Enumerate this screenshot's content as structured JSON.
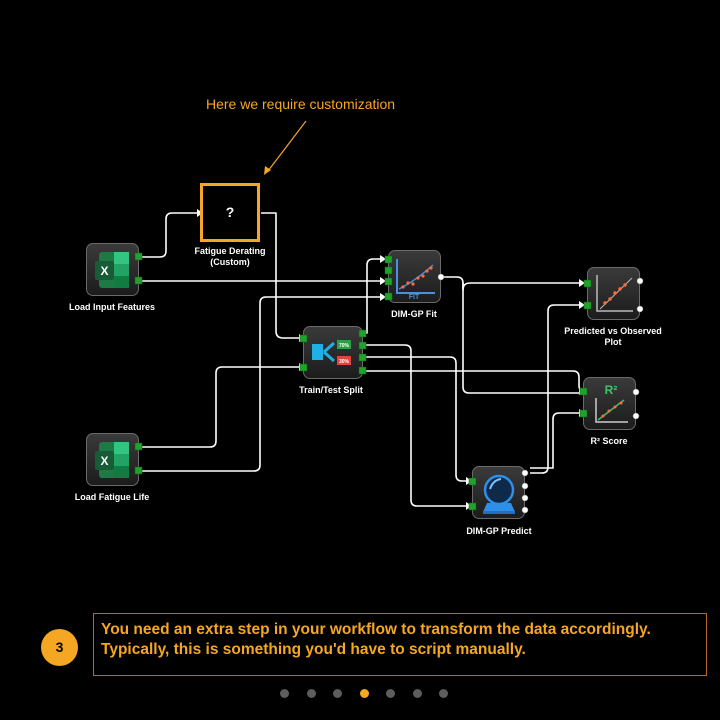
{
  "annotation": "Here we require customization",
  "custom_node": {
    "symbol": "?",
    "label_line1": "Fatigue Derating",
    "label_line2": "(Custom)"
  },
  "nodes": {
    "load_input": "Load Input Features",
    "load_fatigue": "Load Fatigue Life",
    "train_test": "Train/Test Split",
    "train_pct": "70%",
    "test_pct": "30%",
    "dimgp_fit": "DIM-GP Fit",
    "fit_tag": "FIT",
    "predicted_line1": "Predicted vs Observed",
    "predicted_line2": "Plot",
    "r2": "R² Score",
    "r2_tag": "R²",
    "dimgp_predict": "DIM-GP Predict",
    "excel_letter": "X"
  },
  "step_number": "3",
  "message_line1": "You need an extra step in your workflow to transform the data accordingly.",
  "message_line2": "Typically, this is something you'd have to script manually.",
  "pagination": {
    "count": 7,
    "active_index": 3
  },
  "colors": {
    "accent": "#f5a623",
    "port": "#1fa32a",
    "wire": "#ffffff",
    "excel": "#1d7a45"
  }
}
